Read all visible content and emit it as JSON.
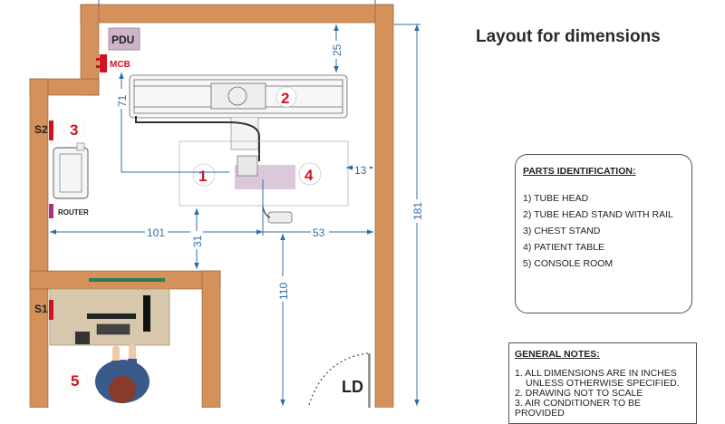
{
  "title": "Layout for dimensions",
  "parts": {
    "header": "PARTS IDENTIFICATION:",
    "items": [
      "1) TUBE HEAD",
      "2) TUBE HEAD STAND WITH RAIL",
      "3) CHEST STAND",
      "4) PATIENT TABLE",
      "5) CONSOLE ROOM"
    ]
  },
  "notes": {
    "header": "GENERAL NOTES:",
    "line1": "1. ALL DIMENSIONS ARE IN INCHES",
    "line1b": "UNLESS  OTHERWISE SPECIFIED.",
    "line2": "2. DRAWING NOT TO SCALE",
    "line3": "3. AIR CONDITIONER TO BE PROVIDED"
  },
  "plan": {
    "pdu": "PDU",
    "mcb": "MCB",
    "router": "ROUTER",
    "s1": "S1",
    "s2": "S2",
    "ld": "LD",
    "markers": {
      "m1": "1",
      "m2": "2",
      "m3": "3",
      "m4": "4",
      "m5": "5"
    },
    "dims": {
      "d25": "25",
      "d71": "71",
      "d13": "13",
      "d101": "101",
      "d53": "53",
      "d31": "31",
      "d181": "181",
      "d110": "110"
    }
  },
  "colors": {
    "wall": "#d4915a",
    "dimension": "#2f6fa8",
    "marker": "#d4121f",
    "pdu_fill": "#cfb3c9",
    "table_fill": "#d8c2d6",
    "bench": "#2c7a5c"
  }
}
